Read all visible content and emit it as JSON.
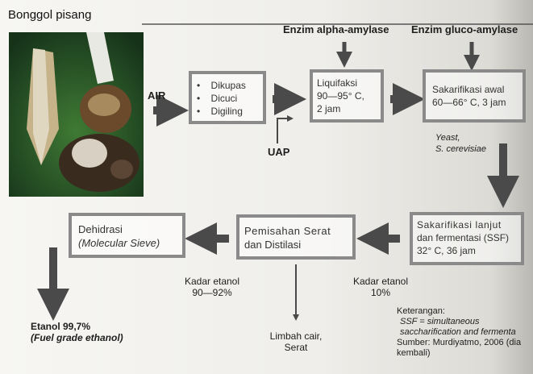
{
  "photo": {
    "title": "Bonggol pisang"
  },
  "inputs": {
    "air": "AIR",
    "uap": "UAP",
    "enzyme_alpha": "Enzim alpha-amylase",
    "enzyme_gluco": "Enzim gluco-amylase",
    "yeast_line1": "Yeast,",
    "yeast_line2": "S. cerevisiae"
  },
  "steps": {
    "prep": {
      "items": [
        "Dikupas",
        "Dicuci",
        "Digiling"
      ]
    },
    "liquifaksi": {
      "title": "Liquifaksi",
      "line2": "90—95° C,",
      "line3": "2 jam"
    },
    "sakarifikasi_awal": {
      "title": "Sakarifikasi awal",
      "line2": "60—66° C, 3 jam"
    },
    "ssf": {
      "line1": "Sakarifikasi lanjut",
      "line2": "dan fermentasi (SSF)",
      "line3": "32° C, 36 jam"
    },
    "pemisahan": {
      "line1": "Pemisahan Serat",
      "line2": "dan Distilasi"
    },
    "dehidrasi": {
      "line1": "Dehidrasi",
      "line2": "(Molecular Sieve)"
    }
  },
  "flow_labels": {
    "kadar_10_a": "Kadar etanol",
    "kadar_10_b": "10%",
    "kadar_90_a": "Kadar etanol",
    "kadar_90_b": "90—92%",
    "limbah_a": "Limbah cair,",
    "limbah_b": "Serat",
    "product_a": "Etanol 99,7%",
    "product_b": "(Fuel grade ethanol)"
  },
  "notes": {
    "heading": "Keterangan:",
    "ssf_def": "SSF = simultaneous",
    "ssf_def2": "saccharification and fermenta",
    "source": "Sumber: Murdiyatmo, 2006 (dia",
    "source2": "kembali)"
  },
  "colors": {
    "arrow": "#4a4a4a",
    "box_border": "#8a8a8a",
    "grass": "#2f5b2a"
  }
}
